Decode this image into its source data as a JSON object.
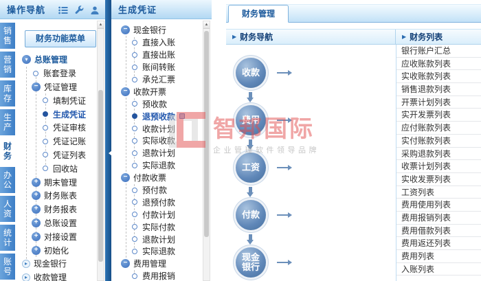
{
  "left_panel": {
    "title": "操作导航",
    "header_icons": [
      "menu-list-icon",
      "wrench-icon",
      "user-icon"
    ],
    "menu_button": "财务功能菜单",
    "tabs": [
      {
        "label": "销售"
      },
      {
        "label": "营销"
      },
      {
        "label": "库存"
      },
      {
        "label": "生产"
      },
      {
        "label": "财务",
        "active": true
      },
      {
        "label": "办公"
      },
      {
        "label": "人资"
      },
      {
        "label": "统计"
      },
      {
        "label": "账号"
      }
    ],
    "tree": [
      {
        "label": "总账管理",
        "level": 0,
        "state": "expanded-root"
      },
      {
        "label": "账套登录",
        "level": 1,
        "state": "leaf"
      },
      {
        "label": "凭证管理",
        "level": 1,
        "state": "expanded"
      },
      {
        "label": "填制凭证",
        "level": 2,
        "state": "leaf"
      },
      {
        "label": "生成凭证",
        "level": 2,
        "state": "selected"
      },
      {
        "label": "凭证审核",
        "level": 2,
        "state": "leaf"
      },
      {
        "label": "凭证记账",
        "level": 2,
        "state": "leaf"
      },
      {
        "label": "凭证列表",
        "level": 2,
        "state": "leaf"
      },
      {
        "label": "回收站",
        "level": 2,
        "state": "leaf"
      },
      {
        "label": "期末管理",
        "level": 1,
        "state": "plus"
      },
      {
        "label": "财务账表",
        "level": 1,
        "state": "plus"
      },
      {
        "label": "财务报表",
        "level": 1,
        "state": "plus"
      },
      {
        "label": "总账设置",
        "level": 1,
        "state": "plus"
      },
      {
        "label": "对接设置",
        "level": 1,
        "state": "plus"
      },
      {
        "label": "初始化",
        "level": 1,
        "state": "plus"
      },
      {
        "label": "现金银行",
        "level": 0,
        "state": "collapsed-arrow"
      },
      {
        "label": "收款管理",
        "level": 0,
        "state": "collapsed-arrow"
      }
    ]
  },
  "middle_panel": {
    "title": "生成凭证",
    "tree": [
      {
        "label": "现金银行",
        "level": 0,
        "state": "expanded"
      },
      {
        "label": "直接入账",
        "level": 1,
        "state": "leaf"
      },
      {
        "label": "直接出账",
        "level": 1,
        "state": "leaf"
      },
      {
        "label": "账间转账",
        "level": 1,
        "state": "leaf"
      },
      {
        "label": "承兑汇票",
        "level": 1,
        "state": "leaf"
      },
      {
        "label": "收款开票",
        "level": 0,
        "state": "expanded"
      },
      {
        "label": "预收款",
        "level": 1,
        "state": "leaf"
      },
      {
        "label": "退预收款",
        "level": 1,
        "state": "selected",
        "badge": true
      },
      {
        "label": "收款计划",
        "level": 1,
        "state": "leaf"
      },
      {
        "label": "实际收款",
        "level": 1,
        "state": "leaf"
      },
      {
        "label": "退款计划",
        "level": 1,
        "state": "leaf"
      },
      {
        "label": "实际退款",
        "level": 1,
        "state": "leaf"
      },
      {
        "label": "付款收票",
        "level": 0,
        "state": "expanded"
      },
      {
        "label": "预付款",
        "level": 1,
        "state": "leaf"
      },
      {
        "label": "退预付款",
        "level": 1,
        "state": "leaf"
      },
      {
        "label": "付款计划",
        "level": 1,
        "state": "leaf"
      },
      {
        "label": "实际付款",
        "level": 1,
        "state": "leaf"
      },
      {
        "label": "退款计划",
        "level": 1,
        "state": "leaf"
      },
      {
        "label": "实际退款",
        "level": 1,
        "state": "leaf"
      },
      {
        "label": "费用管理",
        "level": 0,
        "state": "expanded"
      },
      {
        "label": "费用报销",
        "level": 1,
        "state": "leaf"
      }
    ]
  },
  "right_panel": {
    "tab": "财务管理",
    "nav_header": "财务导航",
    "list_header": "财务列表",
    "flow_steps": [
      {
        "label": "收款"
      },
      {
        "label": "费用"
      },
      {
        "label": "工资"
      },
      {
        "label": "付款"
      },
      {
        "label": "现金银行"
      }
    ],
    "list_items": [
      {
        "label": "银行账户汇总"
      },
      {
        "label": "应收账款列表"
      },
      {
        "label": "实收账款列表"
      },
      {
        "label": "销售退款列表"
      },
      {
        "label": "开票计划列表"
      },
      {
        "label": "实开发票列表"
      },
      {
        "label": "应付账款列表"
      },
      {
        "label": "实付账款列表"
      },
      {
        "label": "采购退款列表"
      },
      {
        "label": "收票计划列表"
      },
      {
        "label": "实收发票列表"
      },
      {
        "label": "工资列表"
      },
      {
        "label": "费用使用列表"
      },
      {
        "label": "费用报销列表"
      },
      {
        "label": "费用借款列表"
      },
      {
        "label": "费用返还列表"
      },
      {
        "label": "费用列表"
      },
      {
        "label": "入账列表"
      }
    ]
  },
  "watermark": {
    "brand": "智邦国际",
    "tagline": "企业管理软件领导品牌"
  },
  "colors": {
    "accent": "#2f74b5",
    "header_text": "#1c5a9c",
    "selected_text": "#2257ad",
    "flow_circle": "#5f87b8",
    "watermark_red": "#e34f4f"
  }
}
